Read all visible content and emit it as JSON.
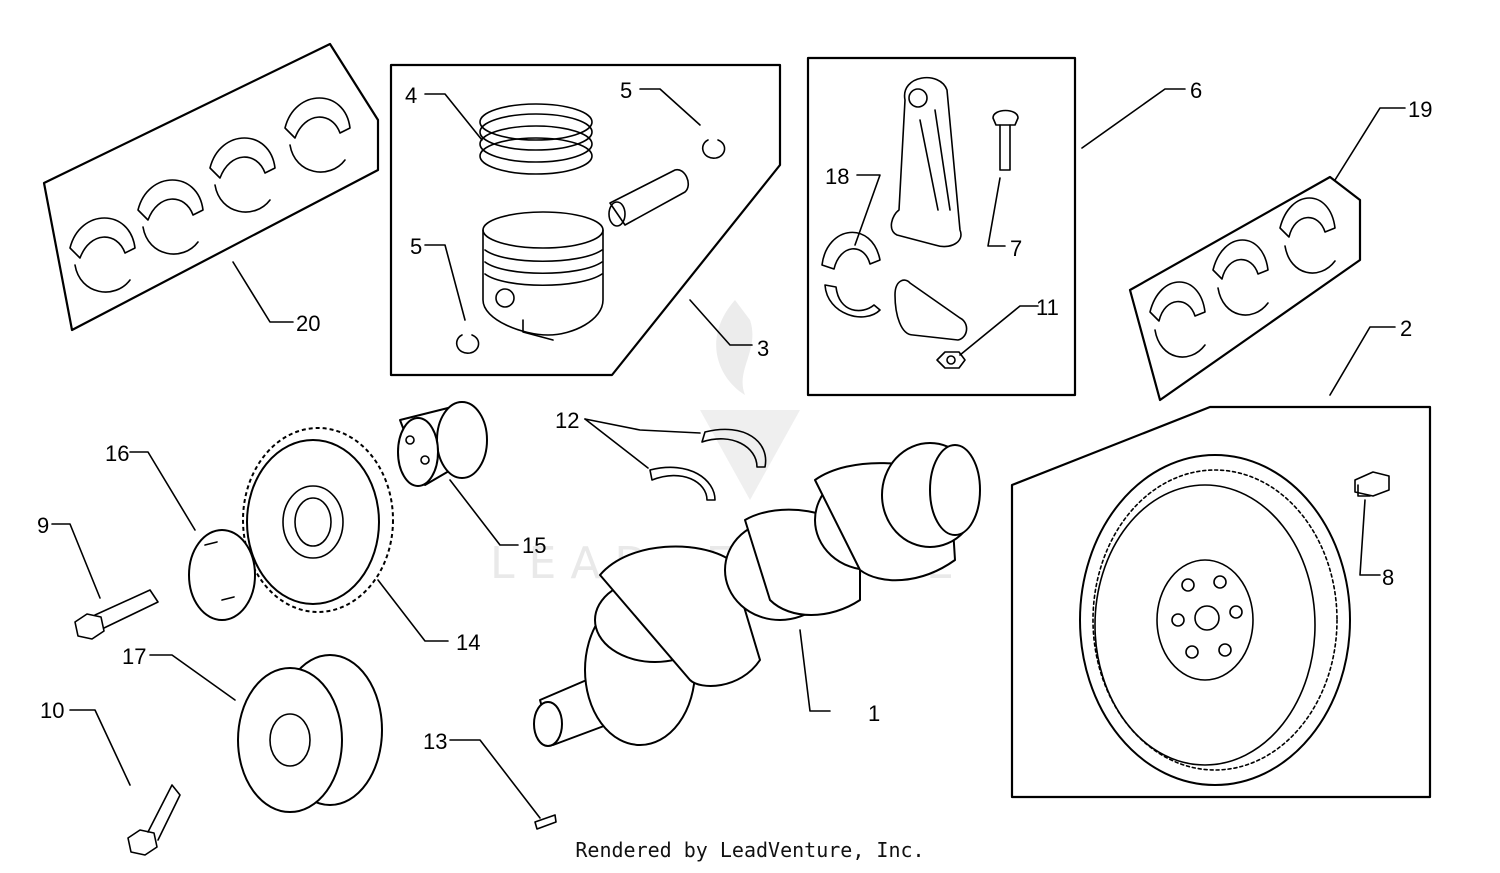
{
  "callouts": [
    "1",
    "2",
    "3",
    "4",
    "5",
    "5",
    "6",
    "7",
    "8",
    "9",
    "10",
    "11",
    "12",
    "13",
    "14",
    "15",
    "16",
    "17",
    "18",
    "19",
    "20"
  ],
  "watermark": "LEADVENTURE",
  "footer": "Rendered by LeadVenture, Inc."
}
